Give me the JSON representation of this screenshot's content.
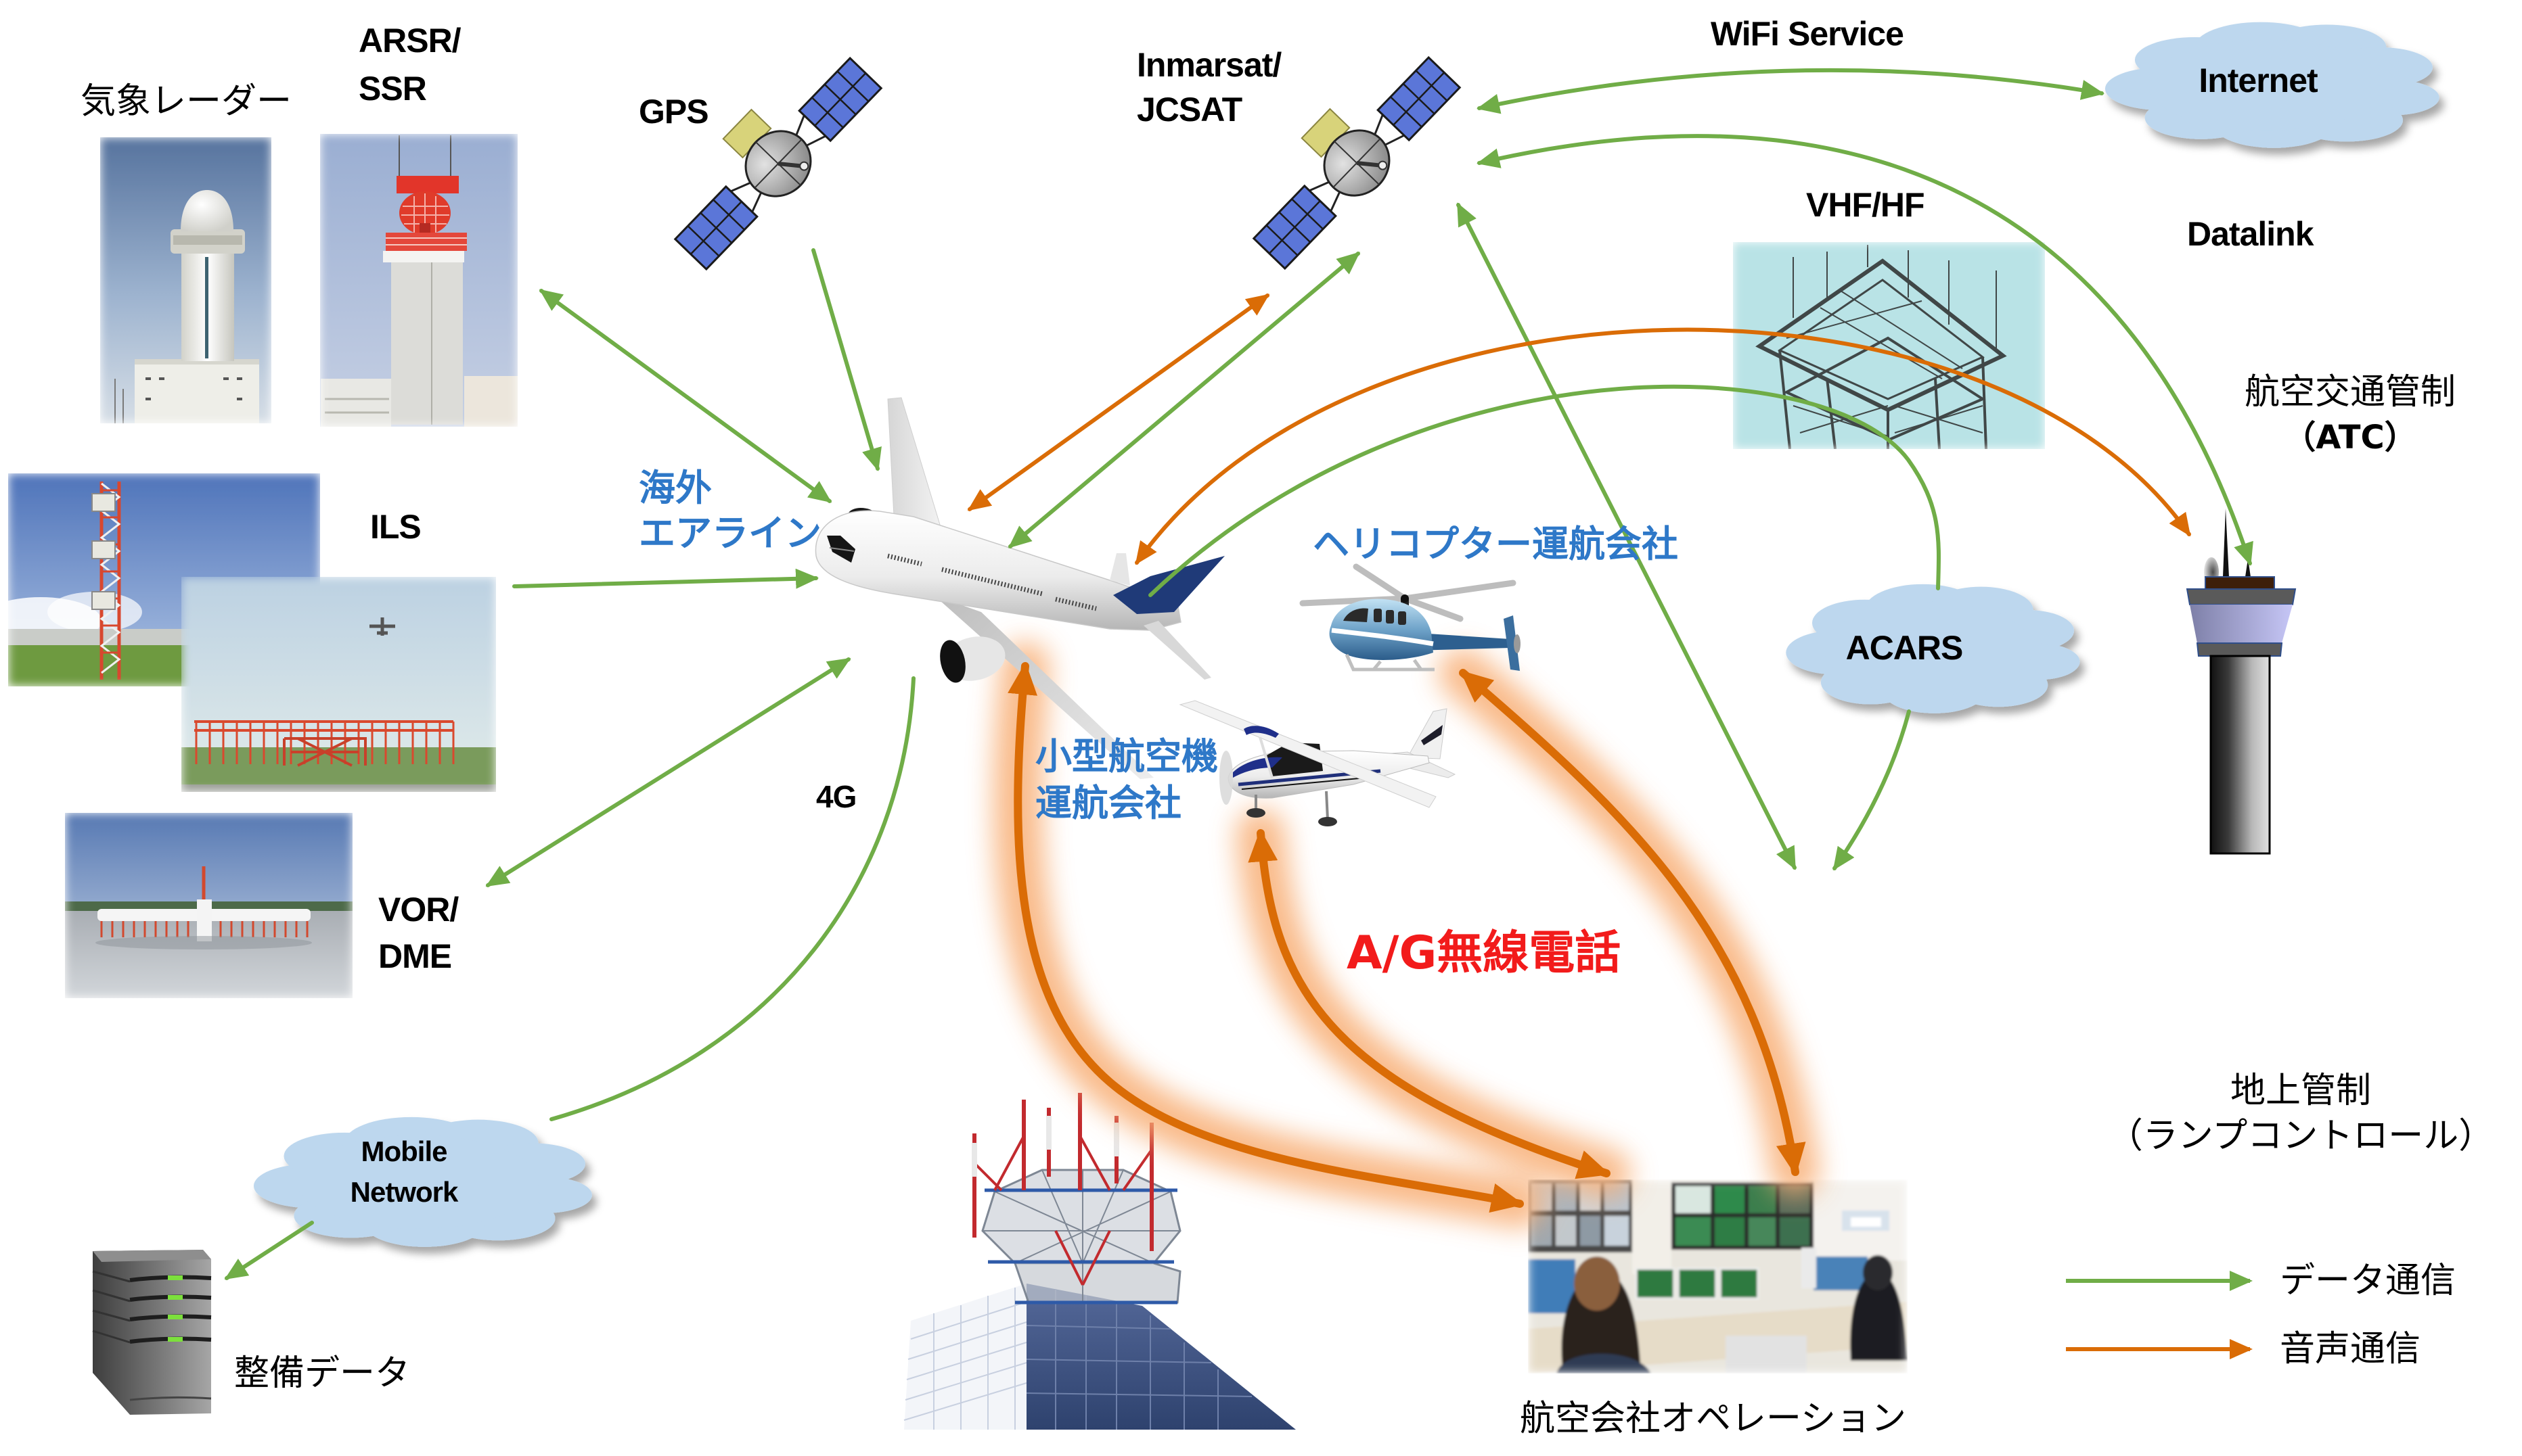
{
  "labels": {
    "weather_radar": "気象レーダー",
    "arsr_ssr": [
      "ARSR/",
      "SSR"
    ],
    "gps": "GPS",
    "inmarsat_jcsat": [
      "Inmarsat/",
      "JCSAT"
    ],
    "wifi_service": "WiFi Service",
    "internet": "Internet",
    "vhf_hf": "VHF/HF",
    "datalink": "Datalink",
    "atc": [
      "航空交通管制",
      "（ATC）"
    ],
    "ils": "ILS",
    "overseas_airline": [
      "海外",
      "エアライン"
    ],
    "helicopter_operator": "ヘリコプター運航会社",
    "acars": "ACARS",
    "four_g": "4G",
    "small_aircraft_operator": [
      "小型航空機",
      "運航会社"
    ],
    "vor_dme": [
      "VOR/",
      "DME"
    ],
    "ag_radio": "A/G無線電話",
    "ground_control": [
      "地上管制",
      "（ランプコントロール）"
    ],
    "mobile_network": [
      "Mobile",
      "Network"
    ],
    "maintenance_data": "整備データ",
    "airline_operations": "航空会社オペレーション"
  },
  "legend": {
    "items": [
      {
        "label": "データ通信",
        "type": "data",
        "color": "#70AD47"
      },
      {
        "label": "音声通信",
        "type": "voice",
        "color": "#DA6C06"
      }
    ]
  },
  "colors": {
    "data": "#70AD47",
    "voice": "#DA6C06",
    "cloud": "#BDD7EE",
    "operator_text": "#2E78C8",
    "ag_text": "#F21B1B"
  },
  "connections": [
    {
      "from": "ARSR/SSR",
      "to": "海外エアライン",
      "type": "data",
      "arrows": "both"
    },
    {
      "from": "GPS",
      "to": "海外エアライン",
      "type": "data",
      "arrows": "end"
    },
    {
      "from": "ILS",
      "to": "海外エアライン",
      "type": "data",
      "arrows": "end"
    },
    {
      "from": "VOR/DME",
      "to": "海外エアライン",
      "type": "data",
      "arrows": "both"
    },
    {
      "from": "海外エアライン",
      "to": "Mobile Network",
      "type": "data",
      "via": "4G",
      "arrows": "none"
    },
    {
      "from": "Mobile Network",
      "to": "整備データ",
      "type": "data",
      "arrows": "end"
    },
    {
      "from": "Inmarsat/JCSAT",
      "to": "海外エアライン",
      "type": "data",
      "arrows": "both"
    },
    {
      "from": "Inmarsat/JCSAT",
      "to": "海外エアライン",
      "type": "voice",
      "arrows": "both"
    },
    {
      "from": "Inmarsat/JCSAT",
      "to": "Internet",
      "type": "data",
      "via": "WiFi Service",
      "arrows": "both"
    },
    {
      "from": "Inmarsat/JCSAT",
      "to": "航空交通管制（ATC）",
      "type": "data",
      "via": "Datalink",
      "arrows": "both"
    },
    {
      "from": "Inmarsat/JCSAT",
      "to": "航空会社オペレーション",
      "type": "data",
      "arrows": "both"
    },
    {
      "from": "海外エアライン",
      "to": "ACARS",
      "type": "data",
      "via": "VHF/HF",
      "arrows": "none"
    },
    {
      "from": "ACARS",
      "to": "航空会社オペレーション",
      "type": "data",
      "arrows": "end"
    },
    {
      "from": "海外エアライン",
      "to": "航空交通管制（ATC）",
      "type": "voice",
      "via": "VHF/HF",
      "arrows": "both"
    },
    {
      "from": "海外エアライン",
      "to": "航空会社オペレーション",
      "type": "voice",
      "via": "A/G無線電話",
      "arrows": "both"
    },
    {
      "from": "小型航空機運航会社",
      "to": "航空会社オペレーション",
      "type": "voice",
      "via": "A/G無線電話",
      "arrows": "both"
    },
    {
      "from": "ヘリコプター運航会社",
      "to": "航空会社オペレーション",
      "type": "voice",
      "via": "A/G無線電話",
      "arrows": "both"
    }
  ]
}
